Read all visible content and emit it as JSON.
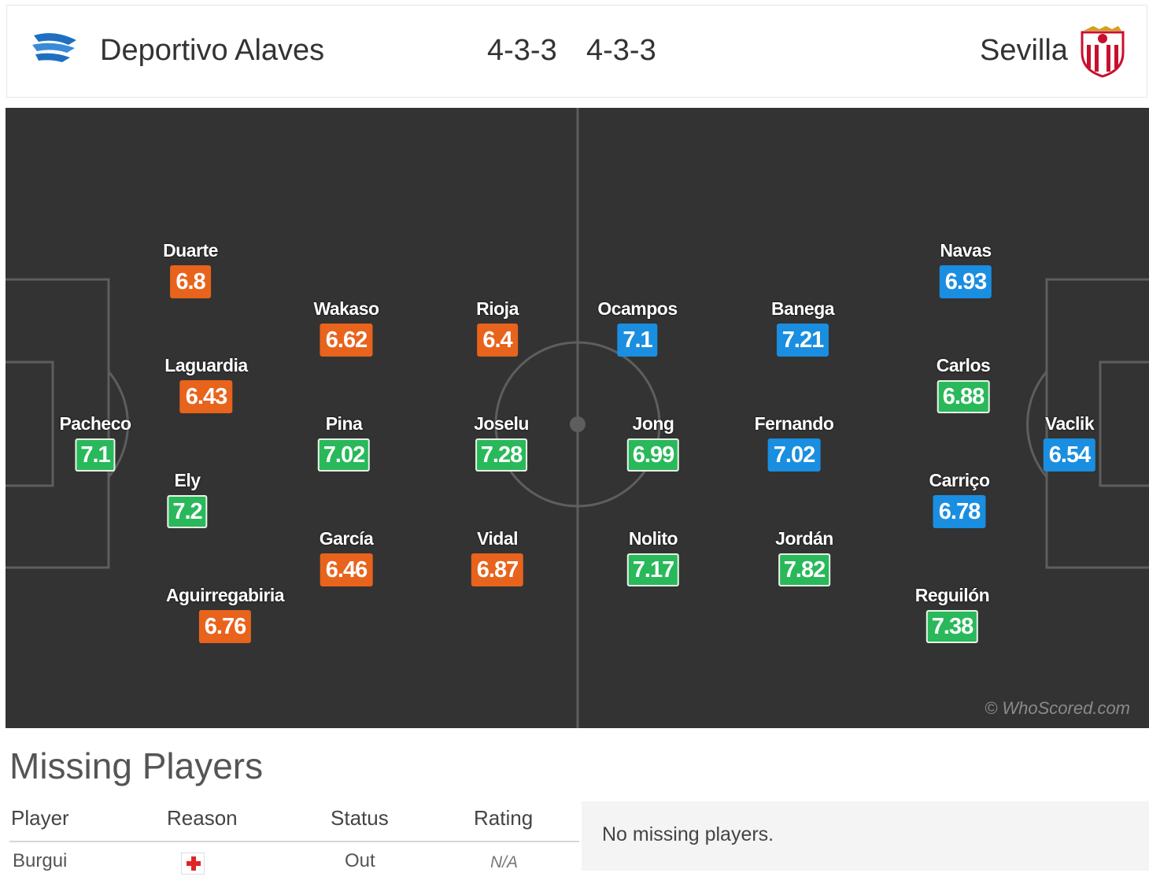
{
  "header": {
    "home_team": "Deportivo Alaves",
    "home_formation": "4-3-3",
    "away_formation": "4-3-3",
    "away_team": "Sevilla"
  },
  "pitch": {
    "watermark": "© WhoScored.com",
    "home_players": [
      {
        "name": "Duarte",
        "rating": "6.8",
        "color": "orange"
      },
      {
        "name": "Wakaso",
        "rating": "6.62",
        "color": "orange"
      },
      {
        "name": "Rioja",
        "rating": "6.4",
        "color": "orange"
      },
      {
        "name": "Laguardia",
        "rating": "6.43",
        "color": "orange"
      },
      {
        "name": "Pacheco",
        "rating": "7.1",
        "color": "green"
      },
      {
        "name": "Pina",
        "rating": "7.02",
        "color": "green"
      },
      {
        "name": "Joselu",
        "rating": "7.28",
        "color": "green"
      },
      {
        "name": "Ely",
        "rating": "7.2",
        "color": "green"
      },
      {
        "name": "García",
        "rating": "6.46",
        "color": "orange"
      },
      {
        "name": "Vidal",
        "rating": "6.87",
        "color": "orange"
      },
      {
        "name": "Aguirregabiria",
        "rating": "6.76",
        "color": "orange"
      }
    ],
    "away_players": [
      {
        "name": "Navas",
        "rating": "6.93",
        "color": "blue"
      },
      {
        "name": "Ocampos",
        "rating": "7.1",
        "color": "blue"
      },
      {
        "name": "Banega",
        "rating": "7.21",
        "color": "blue"
      },
      {
        "name": "Carlos",
        "rating": "6.88",
        "color": "green"
      },
      {
        "name": "Jong",
        "rating": "6.99",
        "color": "green"
      },
      {
        "name": "Fernando",
        "rating": "7.02",
        "color": "blue"
      },
      {
        "name": "Vaclik",
        "rating": "6.54",
        "color": "blue"
      },
      {
        "name": "Carriço",
        "rating": "6.78",
        "color": "blue"
      },
      {
        "name": "Nolito",
        "rating": "7.17",
        "color": "green"
      },
      {
        "name": "Jordán",
        "rating": "7.82",
        "color": "green"
      },
      {
        "name": "Reguilón",
        "rating": "7.38",
        "color": "green"
      }
    ]
  },
  "missing": {
    "title": "Missing Players",
    "columns": [
      "Player",
      "Reason",
      "Status",
      "Rating"
    ],
    "rows": [
      {
        "player": "Burgui",
        "reason_icon": "injury-cross-icon",
        "status": "Out",
        "rating": "N/A"
      }
    ],
    "away_message": "No missing players."
  },
  "colors": {
    "orange": "#e8631c",
    "green": "#29b85a",
    "blue": "#1a8ee0",
    "pitch": "#333333"
  }
}
